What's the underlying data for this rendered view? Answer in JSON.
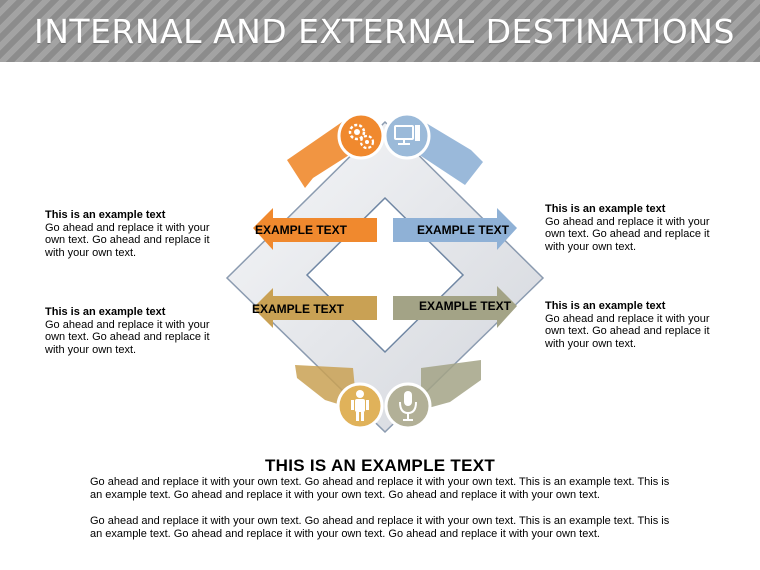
{
  "header": {
    "title": "INTERNAL AND EXTERNAL DESTINATIONS"
  },
  "blocks": {
    "left_top": {
      "title": "This is an example text",
      "lines": [
        "Go ahead and replace it with your",
        "own text. Go ahead and replace it",
        "with your own text."
      ]
    },
    "left_bottom": {
      "title": "This is an example text",
      "lines": [
        "Go ahead and replace it with your",
        "own text. Go ahead and replace it",
        "with your own text."
      ]
    },
    "right_top": {
      "title": "This is an example text",
      "lines": [
        "Go ahead and replace it with your",
        "own text. Go ahead and replace it",
        "with your own text."
      ]
    },
    "right_bottom": {
      "title": "This is an example text",
      "lines": [
        "Go ahead and replace it with your",
        "own text. Go ahead and replace it",
        "with your own text."
      ]
    }
  },
  "diagram": {
    "arrows": [
      {
        "label": "EXAMPLE TEXT",
        "color": "#f0892e"
      },
      {
        "label": "EXAMPLE TEXT",
        "color": "#7fa6cf"
      },
      {
        "label": "EXAMPLE TEXT",
        "color": "#b58d45"
      },
      {
        "label": "EXAMPLE TEXT",
        "color": "#9c9c78"
      }
    ],
    "icons": [
      {
        "name": "gears-icon",
        "color": "#f0892e"
      },
      {
        "name": "computer-icon",
        "color": "#7fa6cf"
      },
      {
        "name": "person-icon",
        "color": "#e0b25a"
      },
      {
        "name": "microphone-icon",
        "color": "#a7a58a"
      }
    ]
  },
  "main": {
    "title": "THIS IS AN EXAMPLE TEXT",
    "para1": [
      "Go ahead and replace it with your own text. Go ahead and replace it with your own text. This is an example text. This is",
      "an example text. Go ahead and replace it with your own text. Go ahead and replace it with your own text."
    ],
    "para2": [
      "Go ahead and replace it with your own text. Go ahead and replace it with your own text. This is an example text. This is",
      "an example text. Go ahead and replace it with your own text. Go ahead and replace it with your own text."
    ]
  }
}
